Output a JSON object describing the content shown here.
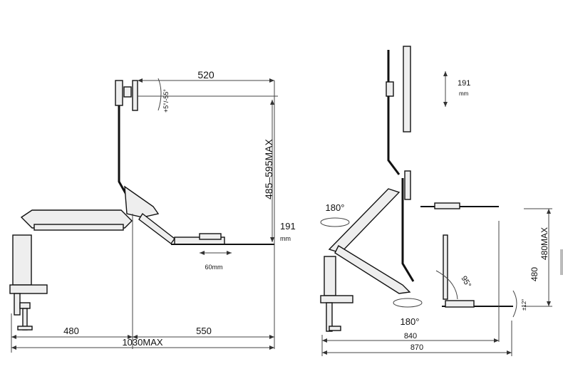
{
  "left_view": {
    "monitor_width": "520",
    "tilt_range": "+5°/-55°",
    "height_range": "485–595MAX",
    "keyboard_height": "191",
    "keyboard_height_unit": "mm",
    "keyboard_slide": "60mm",
    "base_depth": "480",
    "total_reach": "1030MAX",
    "keyboard_reach": "550"
  },
  "right_view": {
    "rotation_top": "180°",
    "rotation_bottom": "180°",
    "monitor_lift": "191",
    "monitor_lift_unit": "mm",
    "keyboard_tilt": "95°",
    "tray_tilt": "±12°",
    "height_label": "480",
    "height_max": "480MAX",
    "reach_inner": "840",
    "reach_outer": "870"
  }
}
